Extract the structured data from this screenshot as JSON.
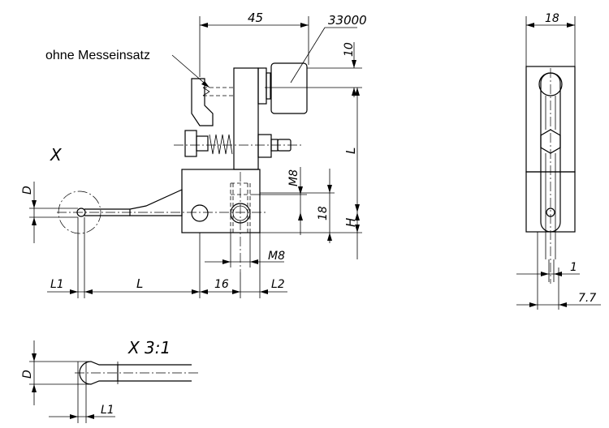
{
  "callout": {
    "text": "ohne Messeinsatz"
  },
  "view_labels": {
    "detail_marker": "X",
    "detail_title": "X 3:1"
  },
  "dims": {
    "d45": "45",
    "d33000": "33000",
    "d10": "10",
    "dL_right": "L",
    "dH": "H",
    "d18_front": "18",
    "dM8_vert": "M8",
    "dM8_horiz": "M8",
    "dD": "D",
    "dL1": "L1",
    "dL": "L",
    "d16": "16",
    "dL2": "L2",
    "d18_side": "18",
    "d1": "1",
    "d7_7": "7.7",
    "dD_detail": "D",
    "dL1_detail": "L1"
  }
}
